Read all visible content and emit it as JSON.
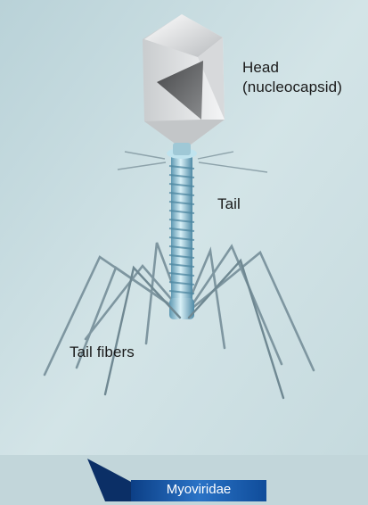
{
  "labels": {
    "head_line1": "Head",
    "head_line2": "(nucleocapsid)",
    "tail": "Tail",
    "tail_fibers": "Tail fibers"
  },
  "family": "Myoviridae",
  "colors": {
    "background": "#c7dbe0",
    "capsid_light": "#eef0f1",
    "capsid_dark": "#5a5a5c",
    "tail_blue": "#7fb9cf",
    "fiber": "#7e96a0",
    "tag_blue": "#1f63b5"
  }
}
